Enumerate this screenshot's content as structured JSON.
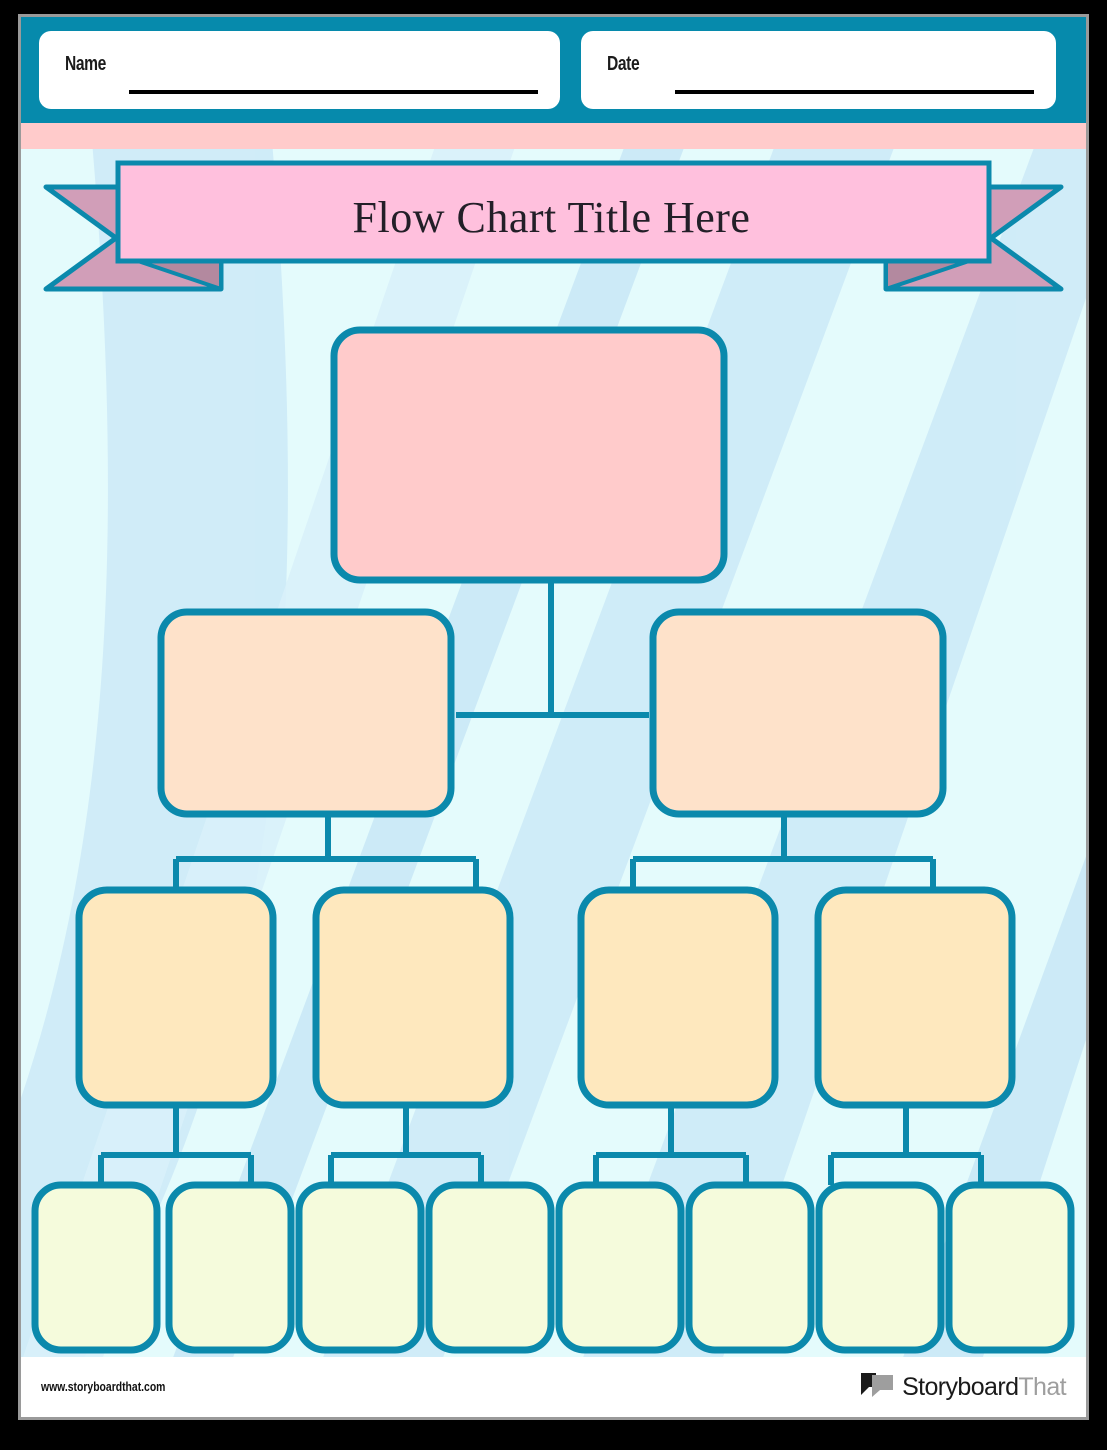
{
  "document": {
    "type": "flow-chart-worksheet-template"
  },
  "header": {
    "name_label": "Name",
    "date_label": "Date",
    "name_value": "",
    "date_value": ""
  },
  "banner": {
    "title": "Flow Chart Title Here"
  },
  "footer": {
    "url": "www.storyboardthat.com",
    "logo_primary": "Storyboard",
    "logo_secondary": "That"
  },
  "colors": {
    "header_band": "#068AAC",
    "pink_stripe": "#FFCBCB",
    "page_background": "#E4FBFC",
    "outline": "#0B89AC",
    "banner_center": "#FFC0DD",
    "banner_tail": "#D19EB8",
    "banner_fold": "#B3899F",
    "level1_fill": "#FFCBCB",
    "level2_fill": "#FEE2CA",
    "level3_fill": "#FEE8BE",
    "level4_fill": "#F5FBDC",
    "rule_line": "#000000",
    "frame": "#9a9a9a"
  },
  "chart_data": {
    "type": "diagram",
    "title": "Flow Chart Title Here",
    "structure": "hierarchy-tree",
    "levels": 4,
    "node_counts": [
      1,
      2,
      4,
      8
    ],
    "nodes": [
      {
        "id": "n1",
        "level": 1,
        "label": "",
        "fill": "#FFCBCB",
        "parent": null
      },
      {
        "id": "n2a",
        "level": 2,
        "label": "",
        "fill": "#FEE2CA",
        "parent": "n1"
      },
      {
        "id": "n2b",
        "level": 2,
        "label": "",
        "fill": "#FEE2CA",
        "parent": "n1"
      },
      {
        "id": "n3a",
        "level": 3,
        "label": "",
        "fill": "#FEE8BE",
        "parent": "n2a"
      },
      {
        "id": "n3b",
        "level": 3,
        "label": "",
        "fill": "#FEE8BE",
        "parent": "n2a"
      },
      {
        "id": "n3c",
        "level": 3,
        "label": "",
        "fill": "#FEE8BE",
        "parent": "n2b"
      },
      {
        "id": "n3d",
        "level": 3,
        "label": "",
        "fill": "#FEE8BE",
        "parent": "n2b"
      },
      {
        "id": "n4a",
        "level": 4,
        "label": "",
        "fill": "#F5FBDC",
        "parent": "n3a"
      },
      {
        "id": "n4b",
        "level": 4,
        "label": "",
        "fill": "#F5FBDC",
        "parent": "n3a"
      },
      {
        "id": "n4c",
        "level": 4,
        "label": "",
        "fill": "#F5FBDC",
        "parent": "n3b"
      },
      {
        "id": "n4d",
        "level": 4,
        "label": "",
        "fill": "#F5FBDC",
        "parent": "n3b"
      },
      {
        "id": "n4e",
        "level": 4,
        "label": "",
        "fill": "#F5FBDC",
        "parent": "n3c"
      },
      {
        "id": "n4f",
        "level": 4,
        "label": "",
        "fill": "#F5FBDC",
        "parent": "n3c"
      },
      {
        "id": "n4g",
        "level": 4,
        "label": "",
        "fill": "#F5FBDC",
        "parent": "n3d"
      },
      {
        "id": "n4h",
        "level": 4,
        "label": "",
        "fill": "#F5FBDC",
        "parent": "n3d"
      }
    ]
  }
}
